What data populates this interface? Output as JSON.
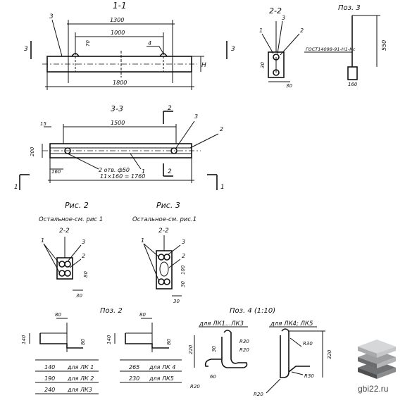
{
  "sections": {
    "s11": "1-1",
    "s22": "2-2",
    "pos3": "Поз. 3",
    "s33": "3-3",
    "ris2": "Рис. 2",
    "ris3": "Рис. 3",
    "rest1": "Остальное-см. рис 1",
    "rest2": "Остальное-см. рис.1",
    "s22a": "2-2",
    "s22b": "2-2",
    "pos2": "Поз. 2",
    "pos4": "Поз. 4 (1:10)"
  },
  "dims": {
    "d1300": "1300",
    "d1000": "1000",
    "d1800": "1800",
    "d70": "70",
    "dH": "H",
    "d30a": "30",
    "d30b": "30",
    "d550": "550",
    "d160a": "160",
    "gost": "ГОСТ14098-91-Н1-Кс",
    "d15": "15",
    "d1500": "1500",
    "d200": "200",
    "d160b": "160",
    "holes": "2 отв. ф50",
    "d1760": "11×160 = 1760",
    "r2_80": "80",
    "r2_30": "30",
    "r3_100": "100",
    "r3_30a": "30",
    "r3_30b": "30",
    "p2_80a": "80",
    "p2_140a": "140",
    "p2_80b": "80",
    "p2_80c": "80",
    "p2_140b": "140",
    "p2_80d": "80",
    "c1": "140",
    "c2": "190",
    "c3": "240",
    "c4": "265",
    "c5": "230",
    "p4_220": "220",
    "p4_30": "30",
    "p4_60": "60",
    "p4_320": "320"
  },
  "labels": {
    "n3": "3",
    "n4": "4",
    "s3l": "3",
    "s3r": "3",
    "n22_1": "1",
    "n22_3": "3",
    "n22_2": "2",
    "n33_2t": "2",
    "n33_3": "3",
    "n33_2": "2",
    "n33_1": "1",
    "n33_2b": "2",
    "n1l": "1",
    "n1r": "1",
    "r2_1": "1",
    "r2_3": "3",
    "r2_2": "2",
    "r3_1": "1",
    "r3_3": "3",
    "r3_2": "2",
    "lk1": "для ЛК 1",
    "lk2": "для ЛК 2",
    "lk3": "для ЛК3",
    "lk4": "для ЛК 4",
    "lk5": "для ЛК5",
    "hook1": "для ЛК1...ЛК3",
    "hook2": "для ЛК4; ЛК5",
    "r30a": "R30",
    "r20a": "R20",
    "r20b": "R20",
    "r30b": "R30",
    "r30c": "R30",
    "r20c": "R20"
  },
  "watermark": "gbi22.ru"
}
